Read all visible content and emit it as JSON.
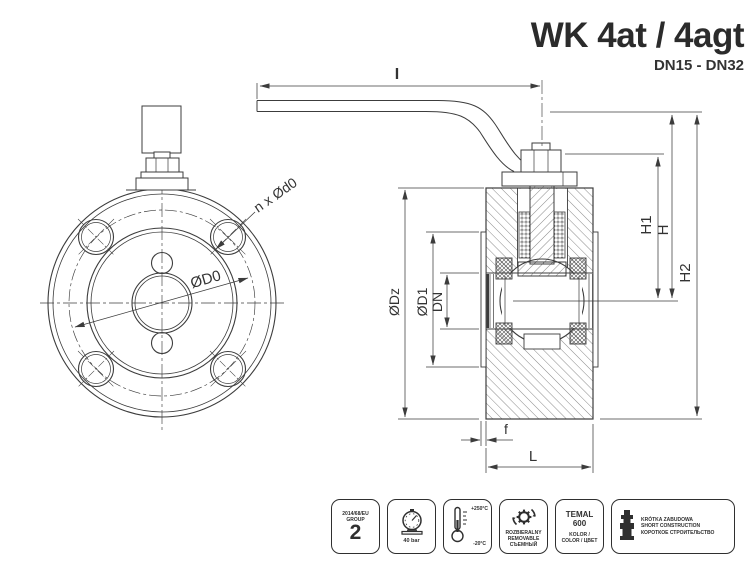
{
  "title": {
    "model": "WK 4at / 4agt",
    "size_range": "DN15 - DN32"
  },
  "front_view": {
    "labels": {
      "bolt_holes": "n x Ød0",
      "bolt_circle_diameter": "ØD0"
    }
  },
  "section_view": {
    "labels": {
      "handle_length": "I",
      "height_stem": "H1",
      "height_handle": "H",
      "height_total": "H2",
      "body_outer_diameter": "ØDz",
      "raised_face_diameter": "ØD1",
      "nominal_diameter": "DN",
      "raised_face_height": "f",
      "face_to_face": "L"
    }
  },
  "badges": [
    {
      "id": "ped-group",
      "line1": "2014/68/EU",
      "line2": "GROUP",
      "value": "2"
    },
    {
      "id": "pressure-rating",
      "icon": "gauge-icon",
      "label": "40 bar"
    },
    {
      "id": "temperature-range",
      "icon": "thermometer-icon",
      "max": "+250°C",
      "min": "-20°C"
    },
    {
      "id": "removable",
      "icon": "recycle-gear-icon",
      "line1": "ROZBIERALNY",
      "line2": "REMOVABLE",
      "line3": "СЪЕМНЫЙ"
    },
    {
      "id": "coating-color",
      "line1": "TEMAL",
      "line2": "600",
      "line3": "KOLOR /",
      "line4": "COLOR / ЦВЕТ"
    },
    {
      "id": "short-construction",
      "icon": "wafer-valve-icon",
      "line1": "KRÓTKA ZABUDOWA",
      "line2": "SHORT CONSTRUCTION",
      "line3": "КОРОТКОЕ СТРОИТЕЛЬСТВО"
    }
  ],
  "colors": {
    "line": "#3c3c3c",
    "text": "#2b2b2b",
    "background": "#ffffff"
  }
}
